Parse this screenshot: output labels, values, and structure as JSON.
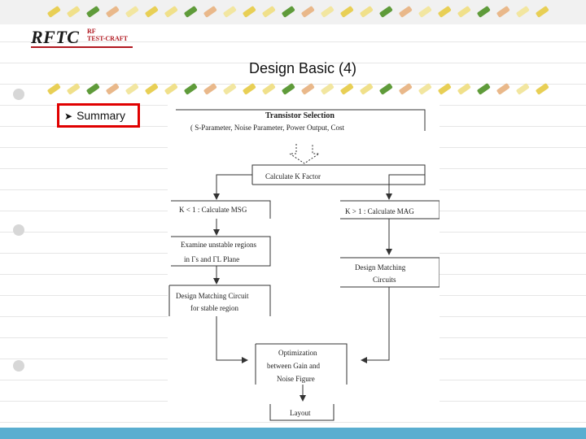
{
  "logo": {
    "main": "RFTC",
    "line1": "RF",
    "line2": "TEST-CRAFT"
  },
  "slide": {
    "title": "Design Basic (4)",
    "bullet_label": "Summary"
  },
  "diagram": {
    "transistor_title": "Transistor Selection",
    "transistor_sub": "( S-Parameter, Noise Parameter, Power Output, Cost",
    "k_factor": "Calculate K Factor",
    "k_lt": "K < 1 : Calculate MSG",
    "k_gt": "K > 1 : Calculate MAG",
    "unstable_l1": "Examine unstable regions",
    "unstable_l2": "in Γs and ΓL Plane",
    "dmc_stable_l1": "Design Matching Circuit",
    "dmc_stable_l2": "for stable region",
    "dmc_l1": "Design Matching",
    "dmc_l2": "Circuits",
    "opt_l1": "Optimization",
    "opt_l2": "between Gain and",
    "opt_l3": "Noise Figure",
    "layout": "Layout"
  },
  "colors": {
    "highlight_border": "#e00000",
    "bottom_bar": "#5aaed0",
    "logo_red": "#b0171f"
  }
}
